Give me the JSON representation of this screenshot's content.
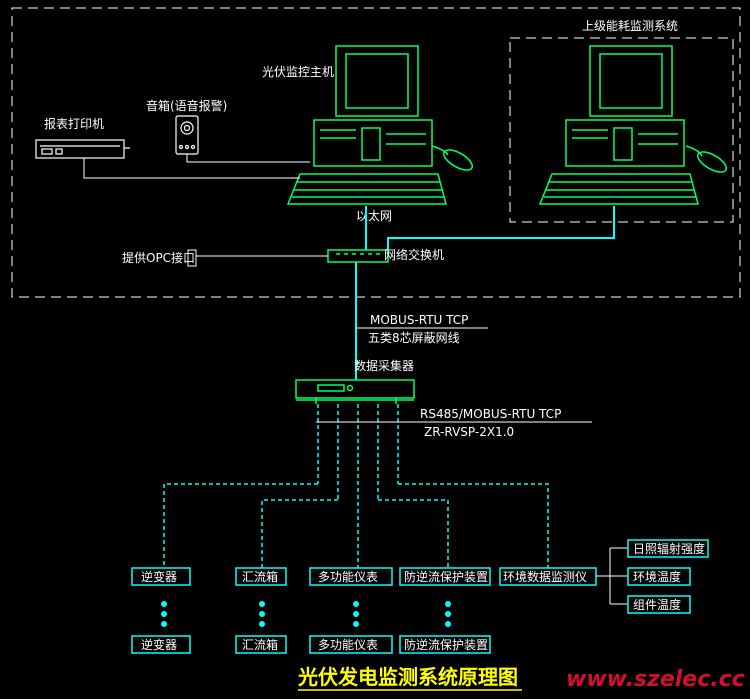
{
  "title": "光伏发电监测系统原理图",
  "watermark": "www.szelec.cc",
  "labels": {
    "host": "光伏监控主机",
    "upper_system": "上级能耗监测系统",
    "speaker": "音箱(语音报警)",
    "printer": "报表打印机",
    "ethernet": "以太网",
    "opc": "提供OPC接口",
    "switch": "网络交换机",
    "protocol1": "MOBUS-RTU TCP",
    "cable1": "五类8芯屏蔽网线",
    "collector": "数据采集器",
    "protocol2": "RS485/MOBUS-RTU TCP",
    "cable2": "ZR-RVSP-2X1.0"
  },
  "devices_top": [
    "逆变器",
    "汇流箱",
    "多功能仪表",
    "防逆流保护装置",
    "环境数据监测仪"
  ],
  "devices_bottom": [
    "逆变器",
    "汇流箱",
    "多功能仪表",
    "防逆流保护装置"
  ],
  "env_sensors": [
    "日照辐射强度",
    "环境温度",
    "组件温度"
  ],
  "colors": {
    "equipment": "#00ff66",
    "cyan": "#00ffff",
    "white": "#ffffff",
    "title_yellow": "#ffff00",
    "watermark_red": "#d01030"
  }
}
